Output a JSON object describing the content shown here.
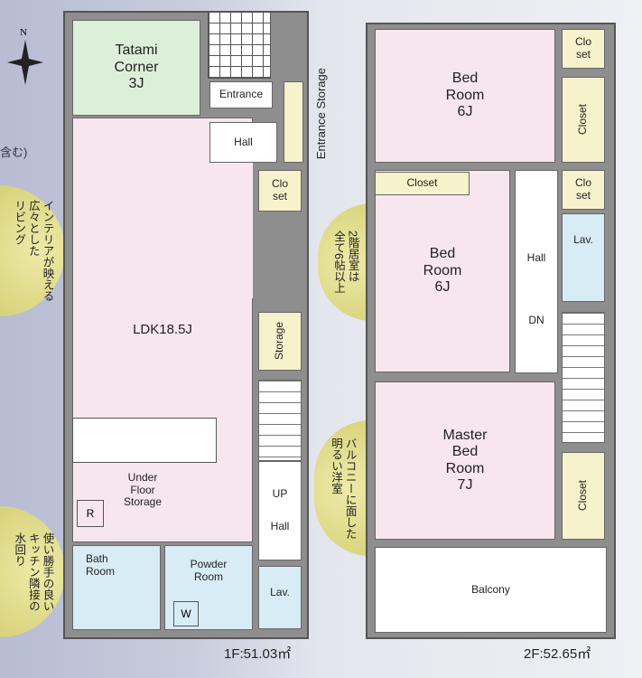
{
  "compass": {
    "label": "N"
  },
  "floor1": {
    "area": "1F:51.03㎡",
    "rooms": {
      "tatami": "Tatami\nCorner\n3J",
      "entrance": "Entrance",
      "entrance_storage": "Entrance Storage",
      "hall": "Hall",
      "closet": "Clo\nset",
      "ldk": "LDK18.5J",
      "storage": "Storage",
      "under_floor": "Under\nFloor\nStorage",
      "up": "UP",
      "hall2": "Hall",
      "bath": "Bath\nRoom",
      "powder": "Powder\nRoom",
      "lav": "Lav.",
      "r_mark": "R",
      "w_mark": "W"
    }
  },
  "floor2": {
    "area": "2F:52.65㎡",
    "rooms": {
      "bed1": "Bed\nRoom\n6J",
      "closet_a": "Clo\nset",
      "closet_b": "Closet",
      "closet_c": "Closet",
      "closet_d": "Clo\nset",
      "bed2": "Bed\nRoom\n6J",
      "lav": "Lav.",
      "hall": "Hall",
      "dn": "DN",
      "master": "Master\nBed\nRoom\n7J",
      "closet_e": "Closet",
      "balcony": "Balcony"
    }
  },
  "callouts": {
    "top_left_fragment": "含む)",
    "living": "インテリアが映える\n広々とした\nリビング",
    "water": "使い勝手の良い\nキッチン隣接の\n水回り",
    "rooms6": "2階居室は\n全て6帖以上",
    "balcony": "バルコニーに面した\n明るい洋室"
  }
}
